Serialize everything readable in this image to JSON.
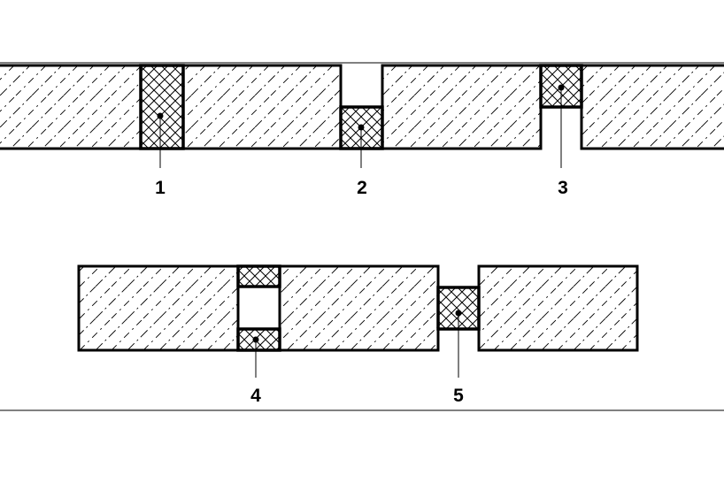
{
  "figure": {
    "callouts": [
      "1",
      "2",
      "3",
      "4",
      "5"
    ],
    "colors": {
      "line": "#000000",
      "background": "#ffffff"
    },
    "patterns": {
      "wall": "diagonal-hatch",
      "seal": "crosshatch"
    }
  }
}
